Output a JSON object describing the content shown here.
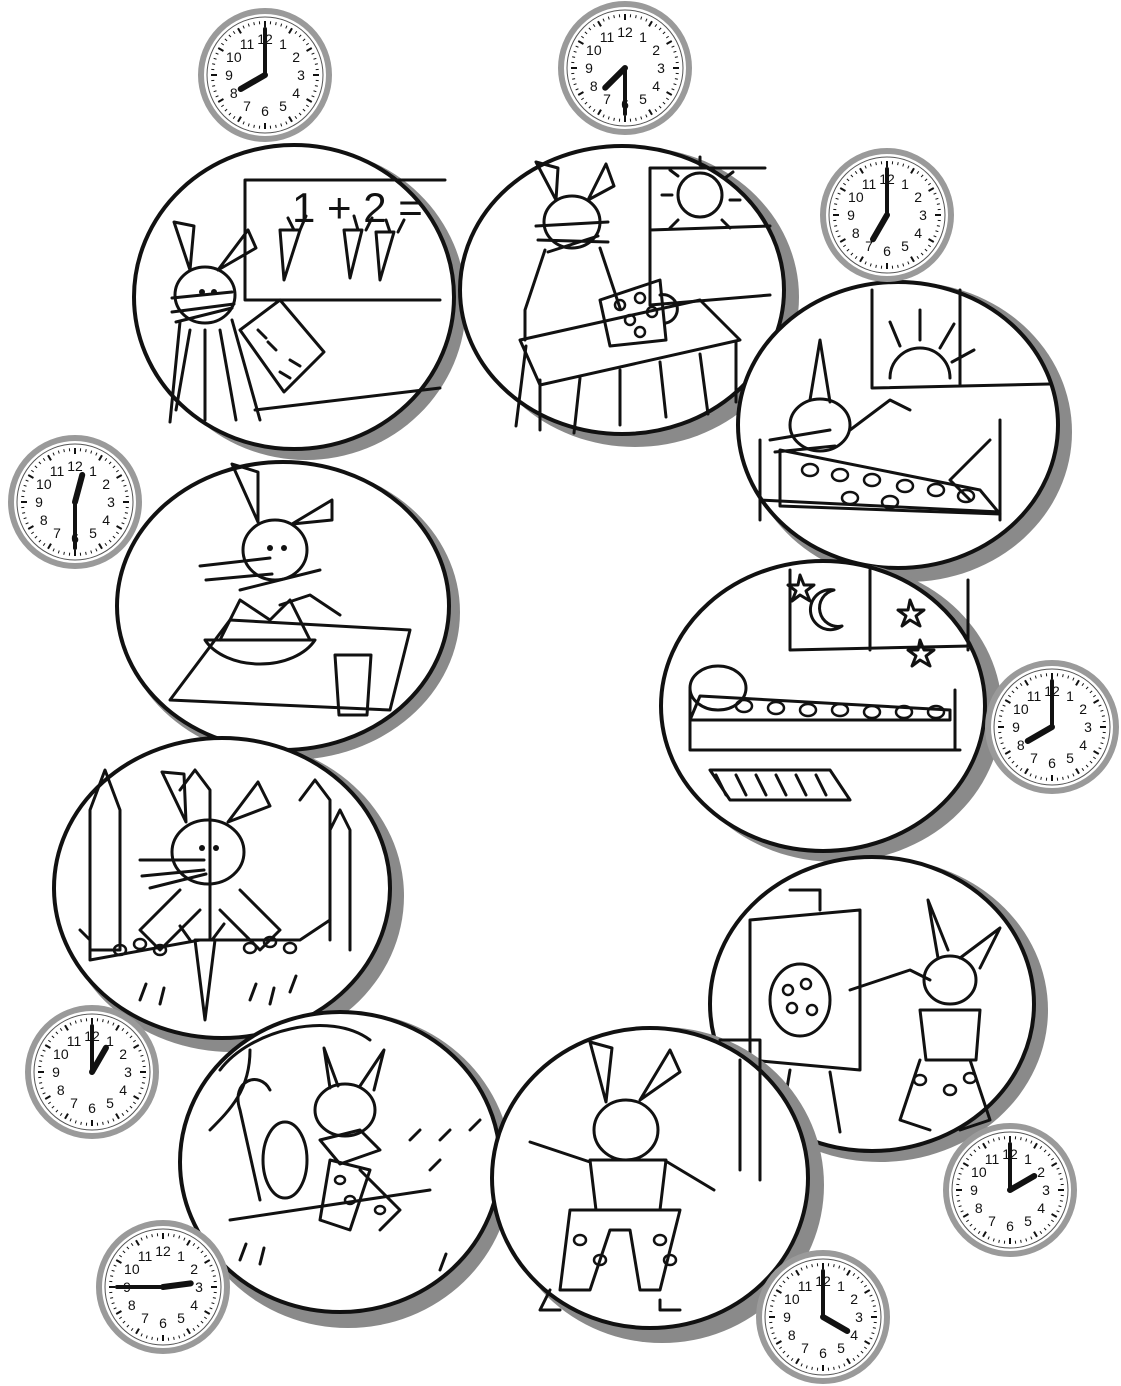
{
  "clock_numerals": [
    "12",
    "1",
    "2",
    "3",
    "4",
    "5",
    "6",
    "7",
    "8",
    "9",
    "10",
    "11"
  ],
  "colors": {
    "ink": "#111111",
    "shadow": "#8a8a8a",
    "clock_rim": "#9a9a9a",
    "paper": "#ffffff"
  },
  "scenes": [
    {
      "id": "wake-up",
      "depicts": "bunny stretching in bed at sunrise",
      "time": "7:00"
    },
    {
      "id": "breakfast",
      "depicts": "bunny at table with polka-dot mug, sun in window",
      "time": "7:30"
    },
    {
      "id": "school",
      "depicts": "bunny at blackboard reading a book",
      "time": "8:00"
    },
    {
      "id": "lunch",
      "depicts": "bunny eating salad with a glass of juice",
      "time": "12:30"
    },
    {
      "id": "walk-in-town",
      "depicts": "bunny holding a carrot in front of towers",
      "time": "1:00"
    },
    {
      "id": "reading-in-park",
      "depicts": "bunny reading a book under a tree",
      "time": "2:45"
    },
    {
      "id": "playing",
      "depicts": "bunny dancing in polka-dot trousers",
      "time": "4:00"
    },
    {
      "id": "painting",
      "depicts": "bunny painting at an easel",
      "time": "2:00"
    },
    {
      "id": "sleeping",
      "depicts": "bunny asleep in bed under moon and stars",
      "time": "8:00"
    }
  ],
  "board_text": "1 + 2 ="
}
